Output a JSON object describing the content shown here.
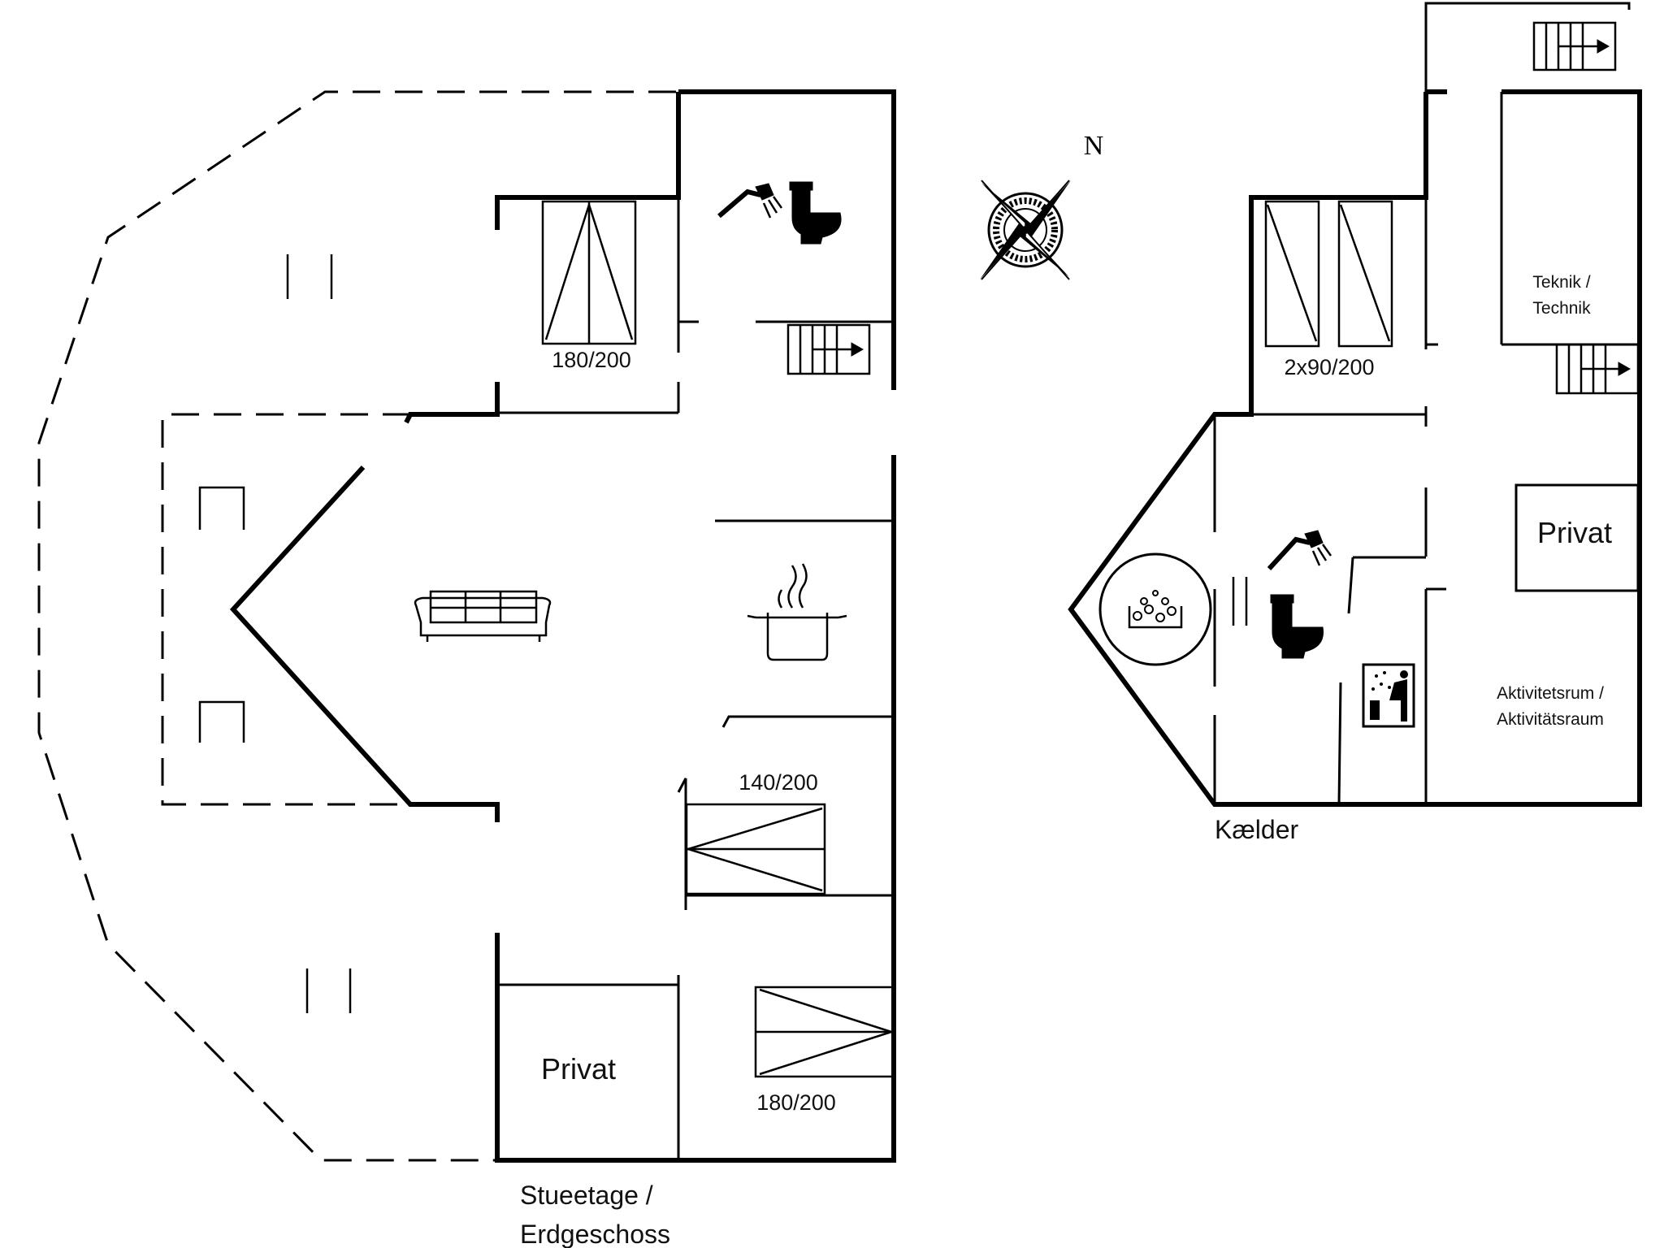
{
  "compass": {
    "north_label": "N"
  },
  "ground_floor": {
    "name_line1": "Stueetage /",
    "name_line2": "Erdgeschoss",
    "bed_top": "180/200",
    "bed_middle": "140/200",
    "bed_bottom": "180/200",
    "private_room": "Privat"
  },
  "basement": {
    "name": "Kælder",
    "beds": "2x90/200",
    "technik_line1": "Teknik /",
    "technik_line2": "Technik",
    "private_room": "Privat",
    "activity_line1": "Aktivitetsrum /",
    "activity_line2": "Aktivitätsraum"
  }
}
